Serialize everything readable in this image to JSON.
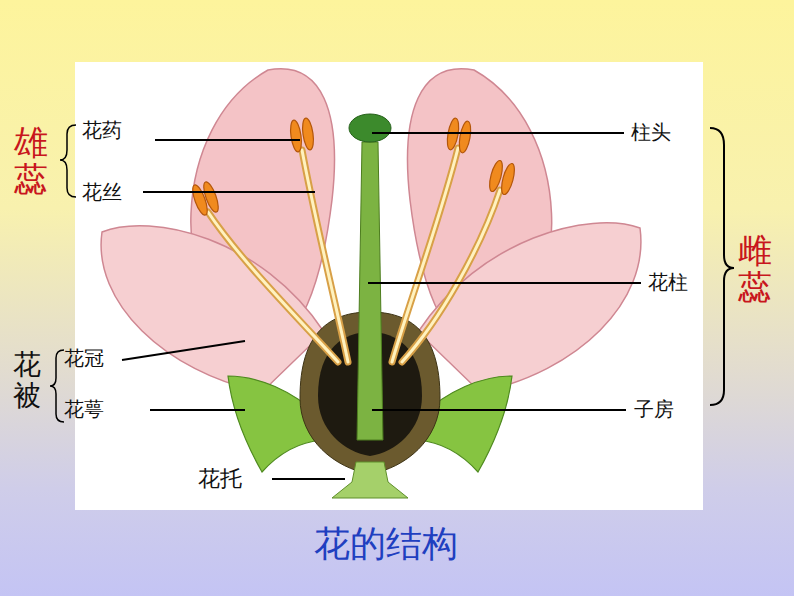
{
  "diagram": {
    "caption": "花的结构",
    "labels": [
      "雄蕊",
      "花药",
      "花丝",
      "柱头",
      "花柱",
      "雌蕊",
      "花冠",
      "花萼",
      "花被",
      "子房",
      "花托"
    ]
  }
}
